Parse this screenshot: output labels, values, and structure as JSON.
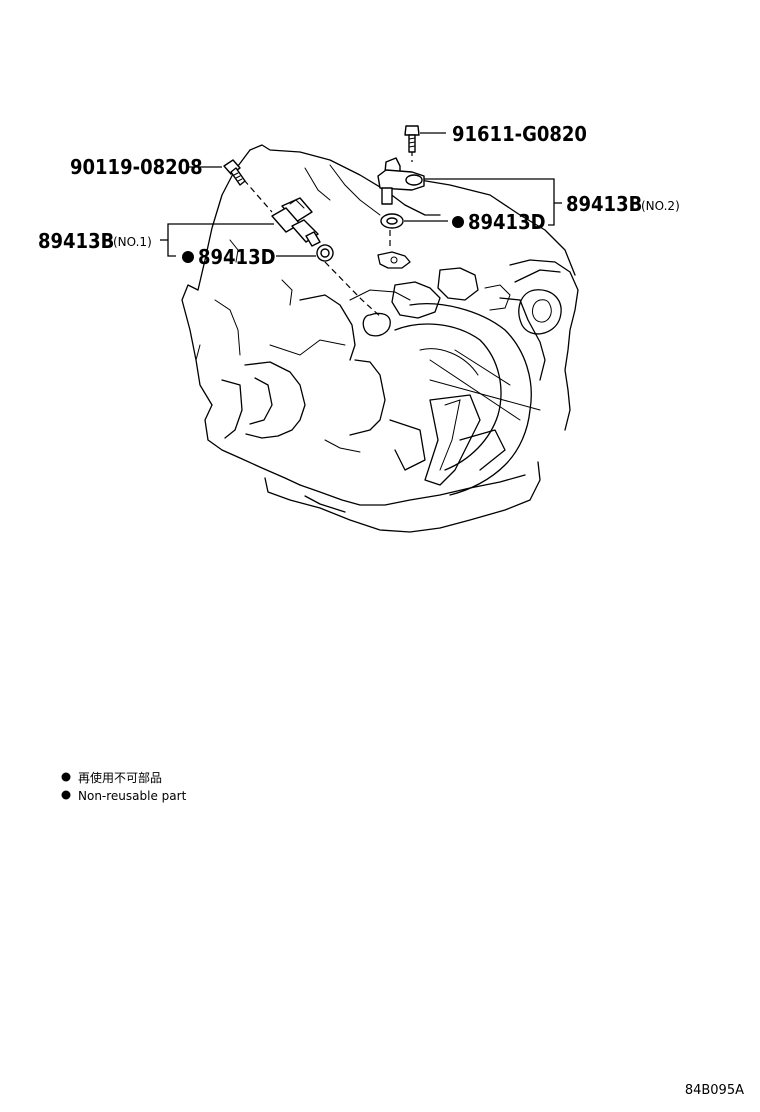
{
  "diagram": {
    "labels": {
      "bolt_left": "90119-08208",
      "bolt_right": "91611-G0820",
      "sensor_no2_code": "89413B",
      "sensor_no2_qualifier": "(NO.2)",
      "oring_right": "89413D",
      "sensor_no1_code": "89413B",
      "sensor_no1_qualifier": "(NO.1)",
      "oring_left": "89413D"
    }
  },
  "legend": {
    "items": [
      {
        "text": "再使用不可部品"
      },
      {
        "text": "Non-reusable part"
      }
    ]
  },
  "footer": {
    "code": "84B095A"
  }
}
